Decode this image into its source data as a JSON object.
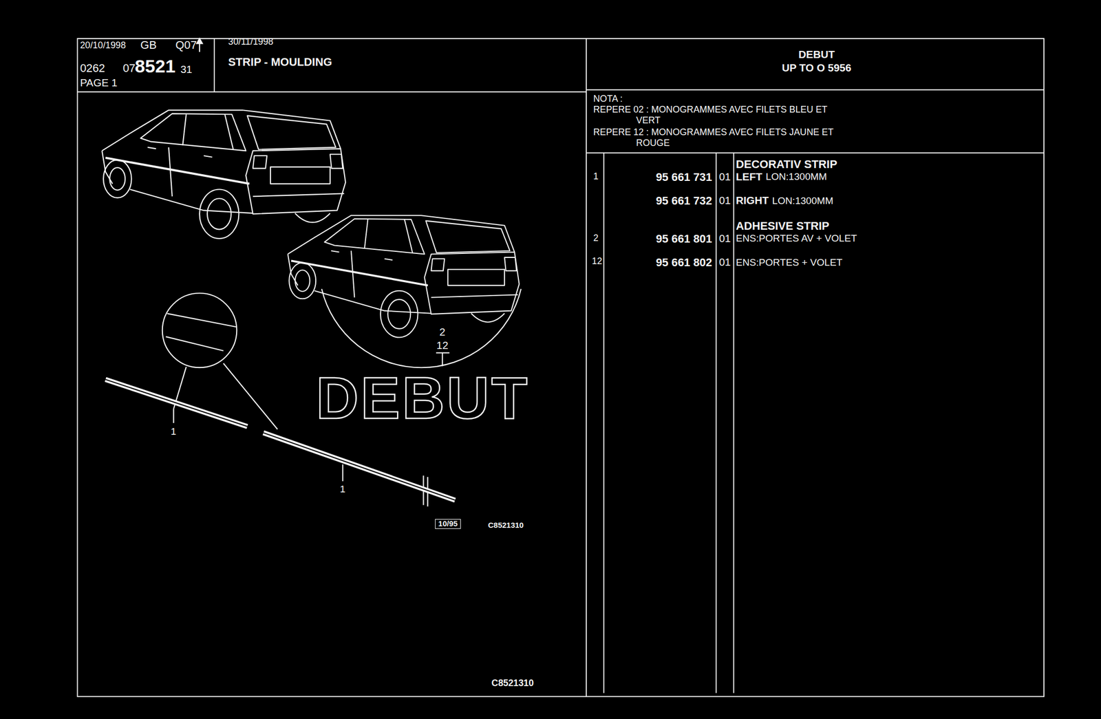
{
  "diagram": {
    "labels": [
      "20/10/1998",
      "GB",
      "Q07",
      "0262",
      "07",
      "8521",
      "31",
      "PAGE 1",
      "30/11/1998",
      "STRIP - MOULDING",
      "DEBUT",
      "UP TO O 5956",
      "NOTA :",
      "REPERE 02 : MONOGRAMMES AVEC FILETS BLEU ET VERT",
      "REPERE 12 : MONOGRAMMES AVEC FILETS JAUNE ET ROUGE",
      "DECORATIV STRIP",
      "1",
      "95 661 731",
      "01",
      "LEFT",
      "LON:1300MM",
      "95 661 732",
      "01",
      "RIGHT",
      "LON:1300MM",
      "ADHESIVE STRIP",
      "2",
      "95 661 801",
      "01",
      "ENS:PORTES AV + VOLET",
      "12",
      "95 661 802",
      "01",
      "ENS:PORTES + VOLET",
      "2",
      "12",
      "DEBUT",
      "1",
      "1",
      "10/95",
      "C8521310",
      "C8521310"
    ]
  }
}
